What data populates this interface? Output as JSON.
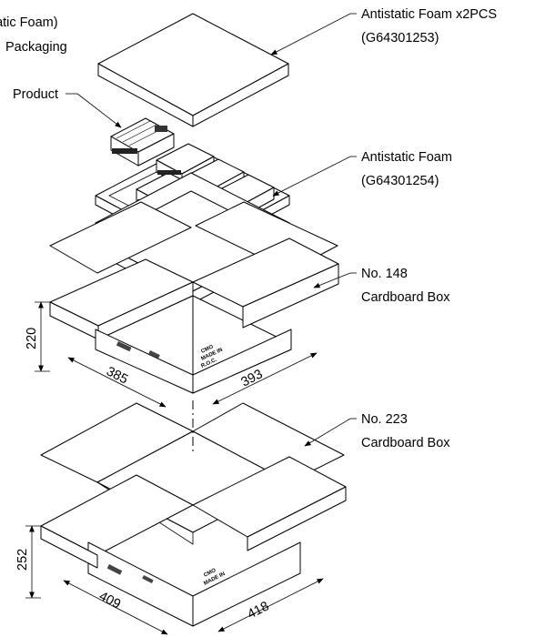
{
  "labels": {
    "packaging_line1": "(Antistatic Foam)",
    "packaging_line2": "Packaging",
    "product": "Product",
    "foam_top_line1": "Antistatic Foam x2PCS",
    "foam_top_line2": "(G64301253)",
    "foam_mid_line1": "Antistatic Foam",
    "foam_mid_line2": "(G64301254)",
    "box148_line1": "No. 148",
    "box148_line2": "Cardboard Box",
    "box223_line1": "No. 223",
    "box223_line2": "Cardboard Box"
  },
  "dimensions": {
    "box148_height": "220",
    "box148_length": "385",
    "box148_width": "393",
    "box223_height": "252",
    "box223_length": "409",
    "box223_width": "418"
  },
  "box_prints": {
    "made_in_line1": "CMO",
    "made_in_line2": "MADE IN",
    "made_in_line3": "R.O.C."
  }
}
